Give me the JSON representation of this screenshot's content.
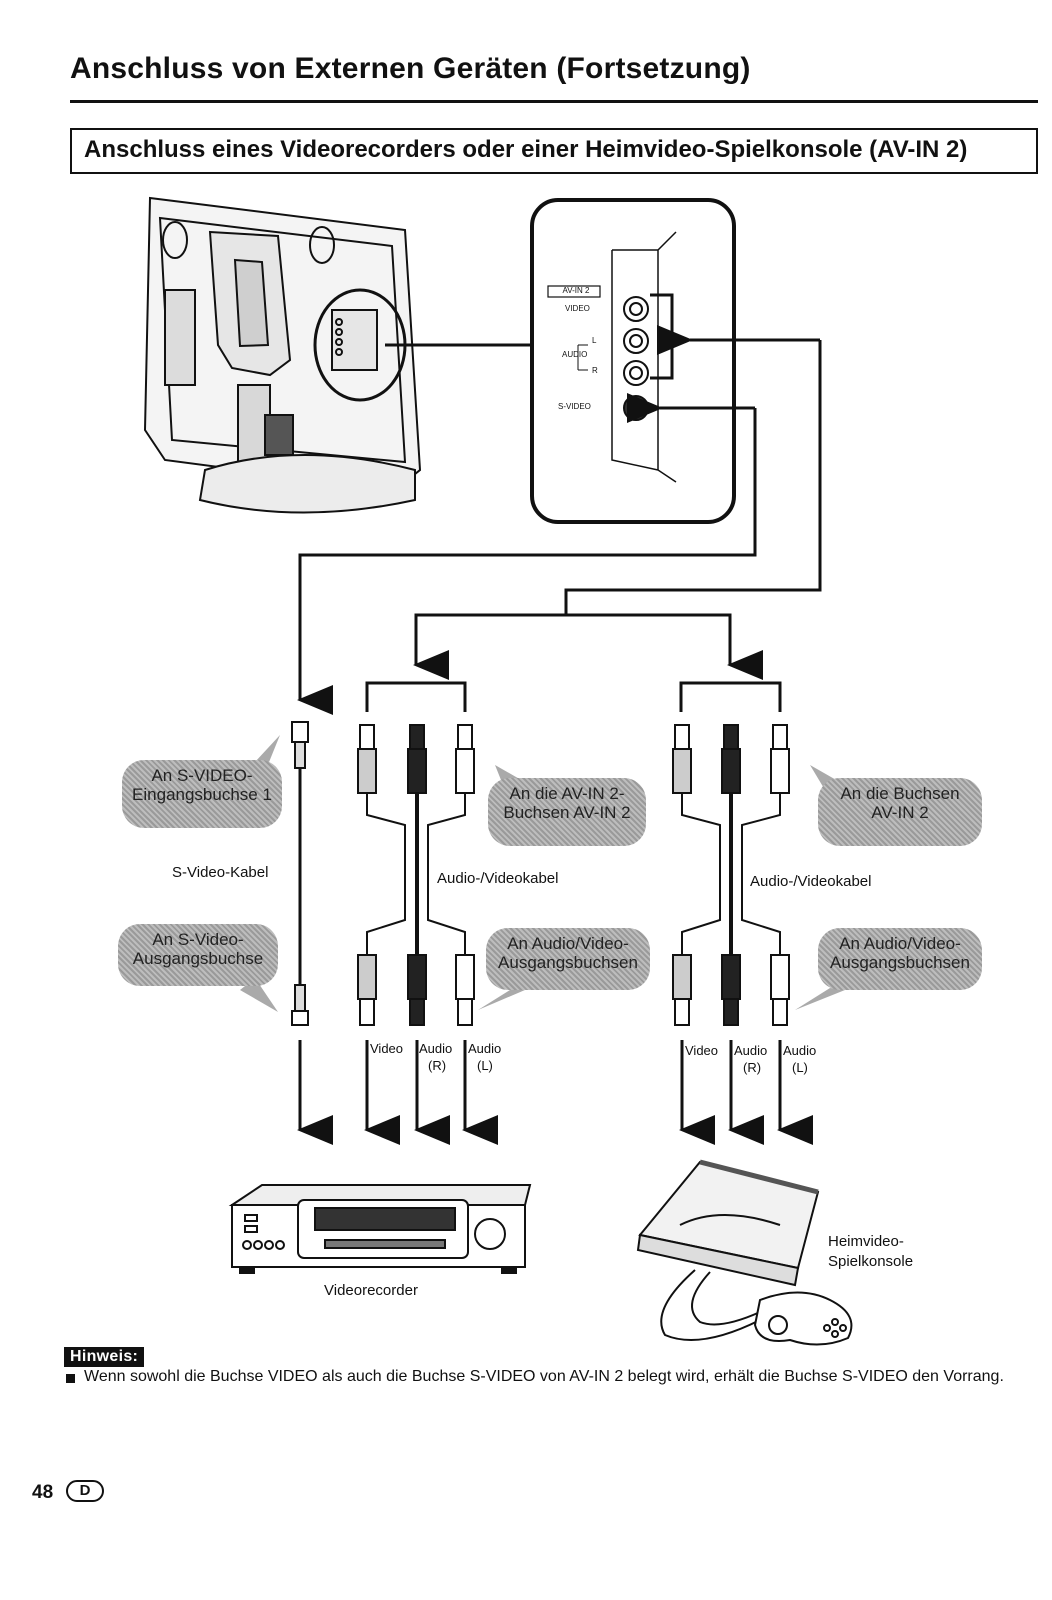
{
  "page": {
    "title": "Anschluss von Externen Geräten (Fortsetzung)",
    "section_title": "Anschluss eines Videorecorders oder einer Heimvideo-Spielkonsole (AV-IN 2)",
    "page_number": "48",
    "language_mark": "D"
  },
  "terminal_panel": {
    "header": "AV-IN 2",
    "video": "VIDEO",
    "audio": "AUDIO",
    "left": "L",
    "right": "R",
    "svideo": "S-VIDEO"
  },
  "callouts": {
    "svideo_input": "An S-VIDEO-Eingangsbuchse 1",
    "svideo_output": "An S-Video-Ausgangsbuchse",
    "av_in2_left": "An die AV-IN 2-Buchsen AV-IN 2",
    "av_output_left": "An Audio/Video-Ausgangsbuchsen",
    "av_in2_right": "An die Buchsen AV-IN 2",
    "av_output_right": "An Audio/Video-Ausgangsbuchsen"
  },
  "cables": {
    "svideo": "S-Video-Kabel",
    "av_left": "Audio-/Videokabel",
    "av_right": "Audio-/Videokabel"
  },
  "plug_labels": {
    "video": "Video",
    "audio_r": "Audio",
    "audio_r_sub": "(R)",
    "audio_l": "Audio",
    "audio_l_sub": "(L)"
  },
  "devices": {
    "vcr": "Videorecorder",
    "console": "Heimvideo-Spielkonsole"
  },
  "note": {
    "badge": "Hinweis:",
    "text": "Wenn sowohl die Buchse VIDEO als auch die Buchse S-VIDEO von AV-IN 2 belegt wird, erhält die Buchse S-VIDEO den Vorrang."
  }
}
